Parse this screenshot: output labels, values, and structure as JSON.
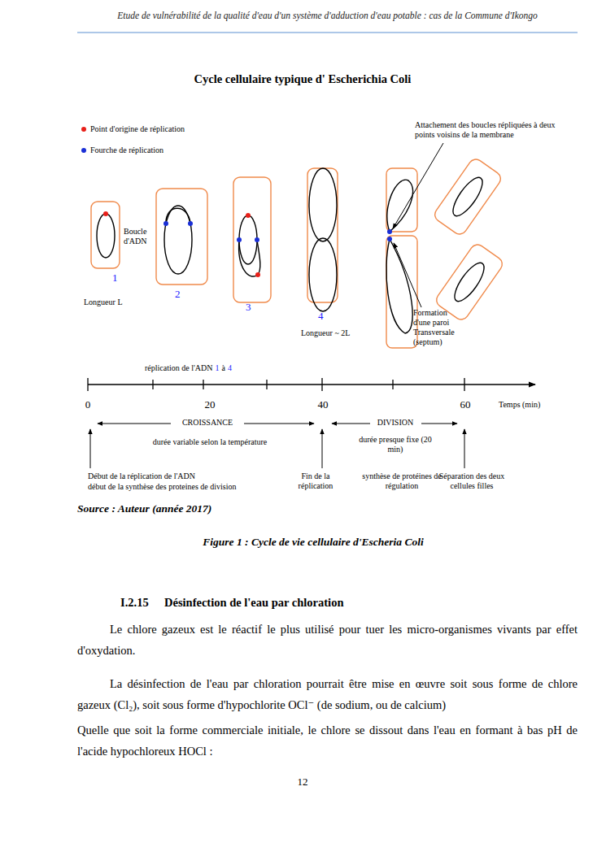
{
  "diagram": {
    "title": "Cycle cellulaire typique d' Escherichia Coli",
    "caption": "Figure 1 : Cycle de vie cellulaire d'Escheria Coli",
    "labels": [
      "Etude de vulnérabilité de la qualité d'eau d'un système d'adduction d'eau potable : cas de la Commune d'Ikongo",
      "Boucle d'ADN",
      "1",
      "2",
      "3",
      "4",
      "Longueur L",
      "Longueur ~ 2L",
      "Attachement des boucles répliquées à deux points voisins de la membrane",
      "Formation d'une paroi Transversale (septum)",
      "réplication de l'ADN",
      "1",
      "à",
      "4",
      "0",
      "20",
      "40",
      "60",
      "Temps (min)",
      "CROISSANCE",
      "DIVISION",
      "durée variable selon la température",
      "durée presque fixe (20 min)",
      "Début de la réplication de l'ADN",
      "début de la synthèse des proteines de division",
      "Fin de la réplication",
      "synthèse de protéines de régulation",
      "Séparation des deux cellules filles",
      "Source : Auteur (année 2017)",
      "I.2.15",
      "Désinfection de l'eau par chloration",
      "Le chlore gazeux   est le réactif le plus utilisé pour tuer les micro-organismes vivants par effet d'oxydation.",
      "La désinfection de l'eau par chloration pourrait être mise en œuvre soit sous forme de chlore gazeux (Cl₂), soit sous forme d'hypochlorite OCl⁻ (de sodium, ou de calcium)",
      "Quelle que soit la forme commerciale initiale, le chlore se dissout dans l'eau en formant à bas pH de l'acide hypochloreux HOCl :",
      "12"
    ],
    "legend": [
      {
        "text": "Point d'origine de réplication",
        "color": "#e8201a"
      },
      {
        "text": "Fourche de réplication",
        "color": "#1a2fd6"
      }
    ]
  }
}
